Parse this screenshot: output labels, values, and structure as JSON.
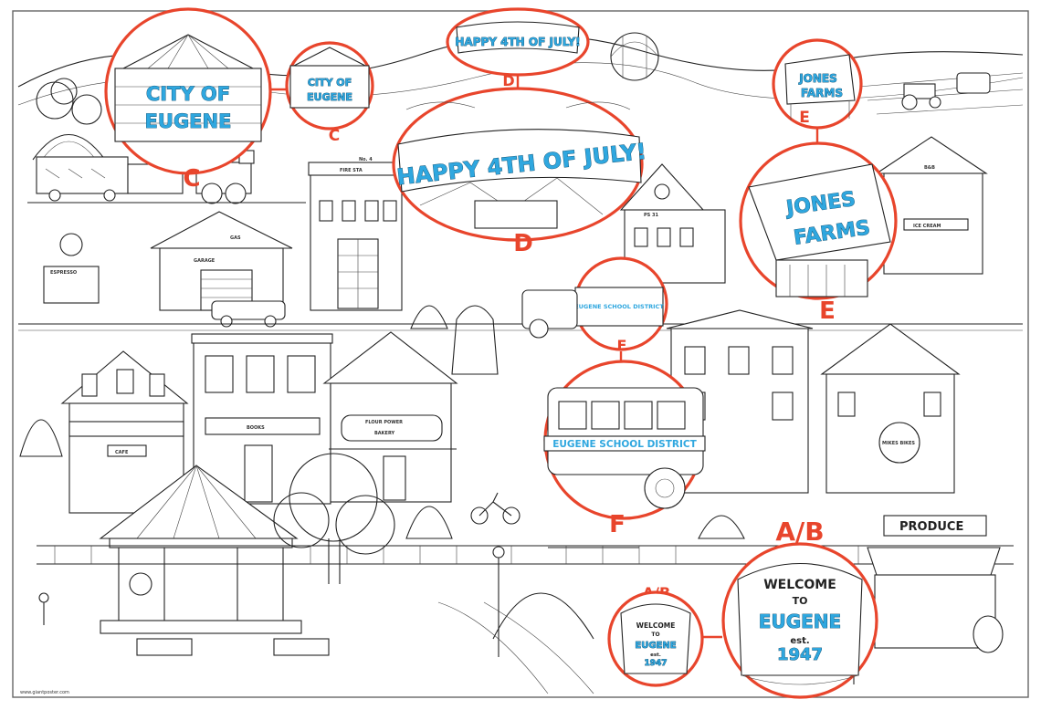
{
  "callouts": {
    "ab_letter_large": "A/B",
    "ab_letter_small": "A/B",
    "c_letter_large": "C",
    "c_letter_small": "C",
    "d_letter_large": "D",
    "d_letter_small": "D",
    "e_letter_large": "E",
    "e_letter_small": "E",
    "f_letter_large": "F",
    "f_letter_small": "F"
  },
  "signs": {
    "city_line1": "CITY OF",
    "city_line2": "EUGENE",
    "july_banner": "HAPPY 4TH OF JULY!",
    "farm_line1": "JONES",
    "farm_line2": "FARMS",
    "bus_sign": "EUGENE SCHOOL DISTRICT",
    "welcome_line1": "WELCOME",
    "welcome_line2": "TO",
    "welcome_line3": "EUGENE",
    "welcome_est": "est.",
    "welcome_year": "1947"
  },
  "storefronts": {
    "books": "BOOKS",
    "cafe": "CAFE",
    "bakery": "BAKERY",
    "flour_power": "FLOUR POWER",
    "garage": "GARAGE",
    "gas": "GAS",
    "produce": "PRODUCE",
    "fire_station": "FIRE STA",
    "fire_no": "No. 4",
    "school": "PS 31",
    "bikes": "MIKES BIKES",
    "bb": "B&B",
    "espresso": "ESPRESSO",
    "ice_cream": "ICE CREAM"
  },
  "colors": {
    "callout_red": "#e8452c",
    "sign_blue": "#2fa7df"
  }
}
